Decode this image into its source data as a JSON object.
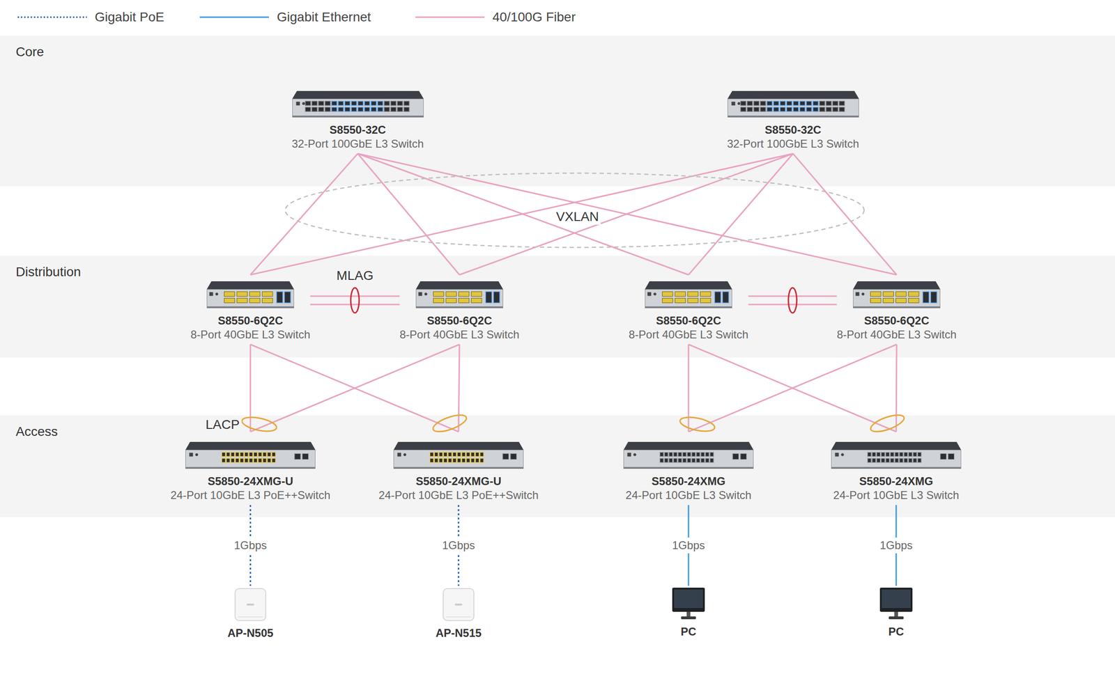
{
  "diagram": {
    "nodes": [
      {
        "text": [
          "Core"
        ]
      },
      {
        "text": [
          "S8550-32C",
          "32-Port 100GbE L3 Switch"
        ],
        "in": 0
      },
      {
        "text": [
          "S8550-32C",
          "32-Port 100GbE L3 Switch"
        ],
        "in": 0
      },
      {
        "text": [
          "Distribution"
        ]
      },
      {
        "text": [
          "S8550-6Q2C",
          "8-Port 40GbE L3 Switch"
        ],
        "in": 3
      },
      {
        "text": [
          "S8550-6Q2C",
          "8-Port 40GbE L3 Switch"
        ],
        "in": 3
      },
      {
        "text": [
          "S8550-6Q2C",
          "8-Port 40GbE L3 Switch"
        ],
        "in": 3
      },
      {
        "text": [
          "S8550-6Q2C",
          "8-Port 40GbE L3 Switch"
        ],
        "in": 3
      },
      {
        "text": [
          "Access"
        ]
      },
      {
        "text": [
          "S5850-24XMG-U",
          "24-Port 10GbE L3 PoE++Switch"
        ],
        "in": 8
      },
      {
        "text": [
          "S5850-24XMG-U",
          "24-Port 10GbE L3 PoE++Switch"
        ],
        "in": 8
      },
      {
        "text": [
          "S5850-24XMG",
          "24-Port 10GbE L3 Switch"
        ],
        "in": 8
      },
      {
        "text": [
          "S5850-24XMG",
          "24-Port 10GbE L3 Switch"
        ],
        "in": 8
      },
      {
        "text": [
          "AP-N505"
        ]
      },
      {
        "text": [
          "AP-N515"
        ]
      },
      {
        "text": [
          "PC"
        ]
      },
      {
        "text": [
          "PC"
        ]
      }
    ],
    "edges": [
      {
        "from": 1,
        "to": 4,
        "arrow": "none"
      },
      {
        "from": 1,
        "to": 5,
        "arrow": "none"
      },
      {
        "from": 1,
        "to": 6,
        "arrow": "none"
      },
      {
        "from": 1,
        "to": 7,
        "arrow": "none"
      },
      {
        "from": 2,
        "to": 4,
        "arrow": "none"
      },
      {
        "from": 2,
        "to": 5,
        "arrow": "none"
      },
      {
        "from": 2,
        "to": 6,
        "arrow": "none"
      },
      {
        "from": 2,
        "to": 7,
        "arrow": "none"
      },
      {
        "from": 4,
        "to": 5,
        "arrow": "none"
      },
      {
        "from": 6,
        "to": 7,
        "arrow": "none"
      },
      {
        "from": 4,
        "to": 9,
        "arrow": "none"
      },
      {
        "from": 4,
        "to": 10,
        "arrow": "none"
      },
      {
        "from": 5,
        "to": 9,
        "arrow": "none"
      },
      {
        "from": 5,
        "to": 10,
        "arrow": "none"
      },
      {
        "from": 6,
        "to": 11,
        "arrow": "none"
      },
      {
        "from": 6,
        "to": 12,
        "arrow": "none"
      },
      {
        "from": 7,
        "to": 11,
        "arrow": "none"
      },
      {
        "from": 7,
        "to": 12,
        "arrow": "none"
      },
      {
        "from": 9,
        "to": 13,
        "label": "1Gbps",
        "arrow": "none"
      },
      {
        "from": 10,
        "to": 14,
        "label": "1Gbps",
        "arrow": "none"
      },
      {
        "from": 11,
        "to": 15,
        "label": "1Gbps",
        "arrow": "none"
      },
      {
        "from": 12,
        "to": 16,
        "label": "1Gbps",
        "arrow": "none"
      }
    ],
    "labels": [
      "VXLAN",
      "MLAG",
      "LACP"
    ],
    "legend": [
      {
        "text": "Gigabit PoE"
      },
      {
        "text": "Gigabit Ethernet"
      },
      {
        "text": "40/100G Fiber"
      }
    ]
  }
}
